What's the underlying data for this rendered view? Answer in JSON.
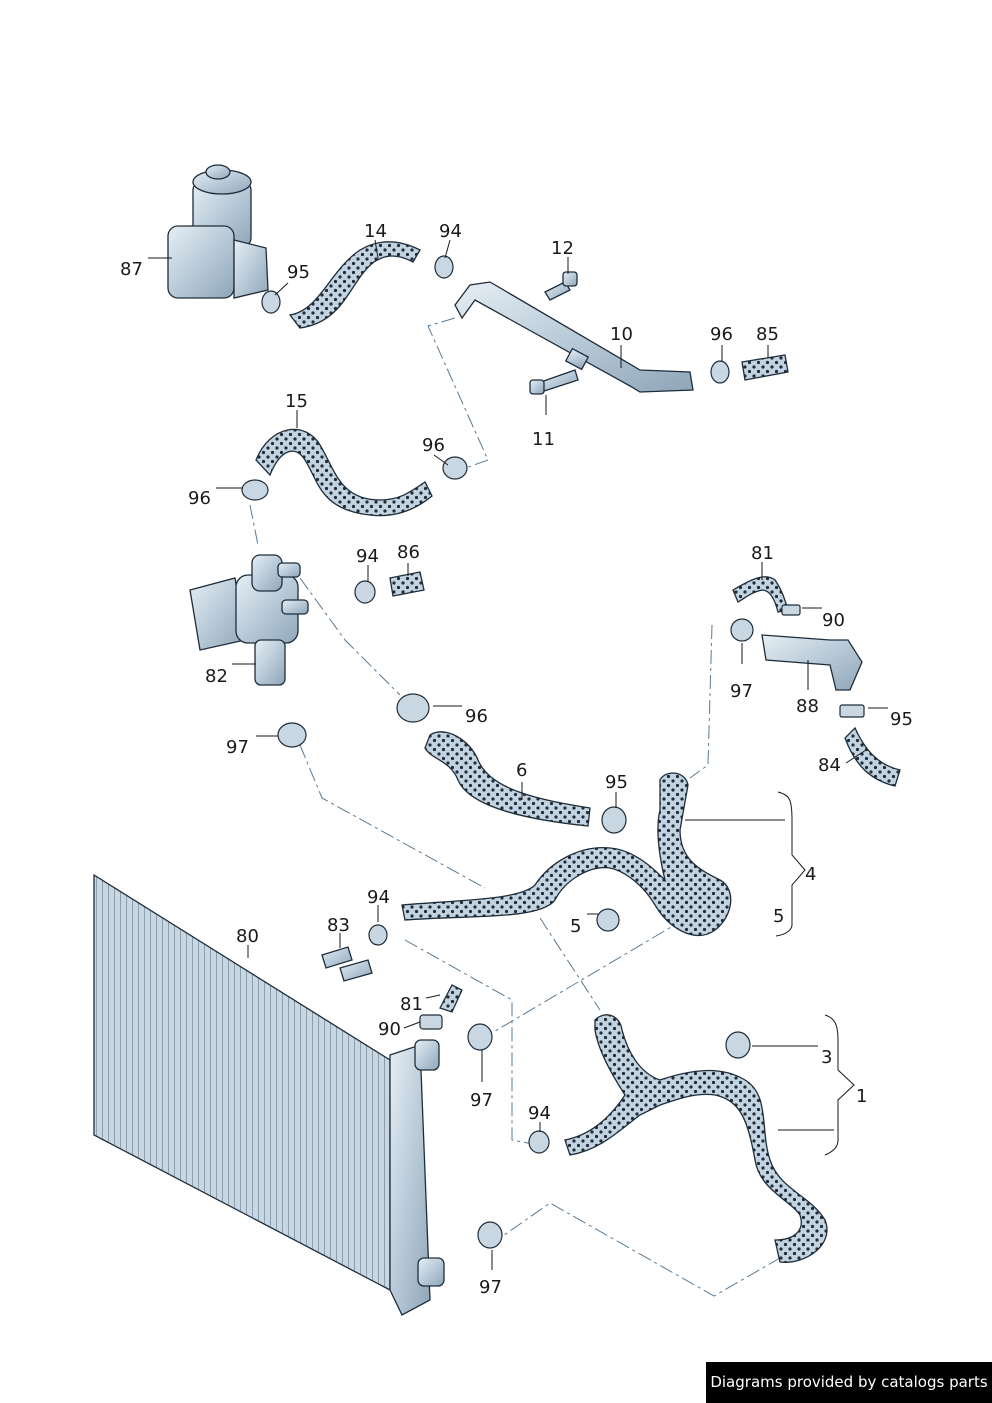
{
  "callouts": [
    "87",
    "14",
    "94",
    "95",
    "12",
    "10",
    "96",
    "85",
    "11",
    "15",
    "96",
    "96",
    "94",
    "86",
    "81",
    "90",
    "82",
    "97",
    "88",
    "95",
    "97",
    "96",
    "84",
    "6",
    "95",
    "4",
    "5",
    "94",
    "83",
    "80",
    "5",
    "81",
    "90",
    "97",
    "94",
    "3",
    "1",
    "97"
  ],
  "credit": "Diagrams provided by catalogs parts",
  "colors": {
    "line": "#1a1a1a",
    "dash": "#5b7a92",
    "part_fill": "#c9d7e3",
    "dot": "#1f2d3a",
    "credit_bg": "#000000",
    "credit_text": "#ffffff"
  }
}
